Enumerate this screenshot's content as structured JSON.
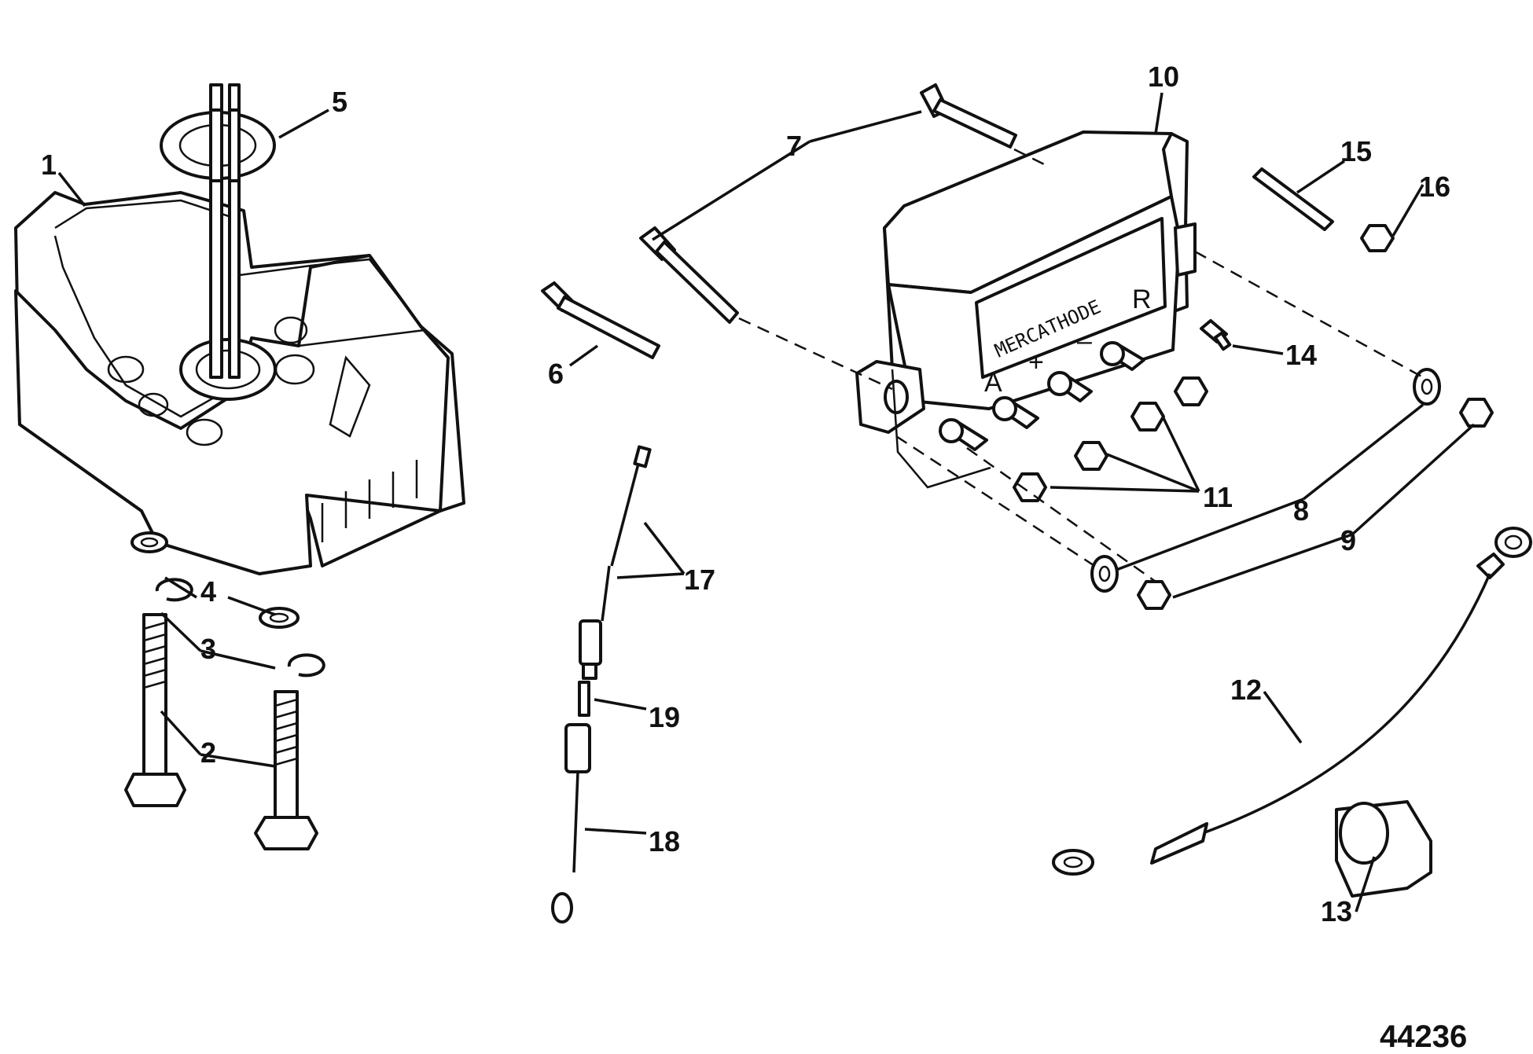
{
  "diagram": {
    "figure_number": "44236",
    "brand_label": "MERCATHODE",
    "terminal_labels": {
      "a": "A",
      "plus": "+",
      "minus": "–",
      "r": "R"
    },
    "callouts": {
      "c1": "1",
      "c2": "2",
      "c3": "3",
      "c4": "4",
      "c5": "5",
      "c6": "6",
      "c7": "7",
      "c8": "8",
      "c9": "9",
      "c10": "10",
      "c11": "11",
      "c12": "12",
      "c13": "13",
      "c14": "14",
      "c15": "15",
      "c16": "16",
      "c17": "17",
      "c18": "18",
      "c19": "19"
    }
  }
}
